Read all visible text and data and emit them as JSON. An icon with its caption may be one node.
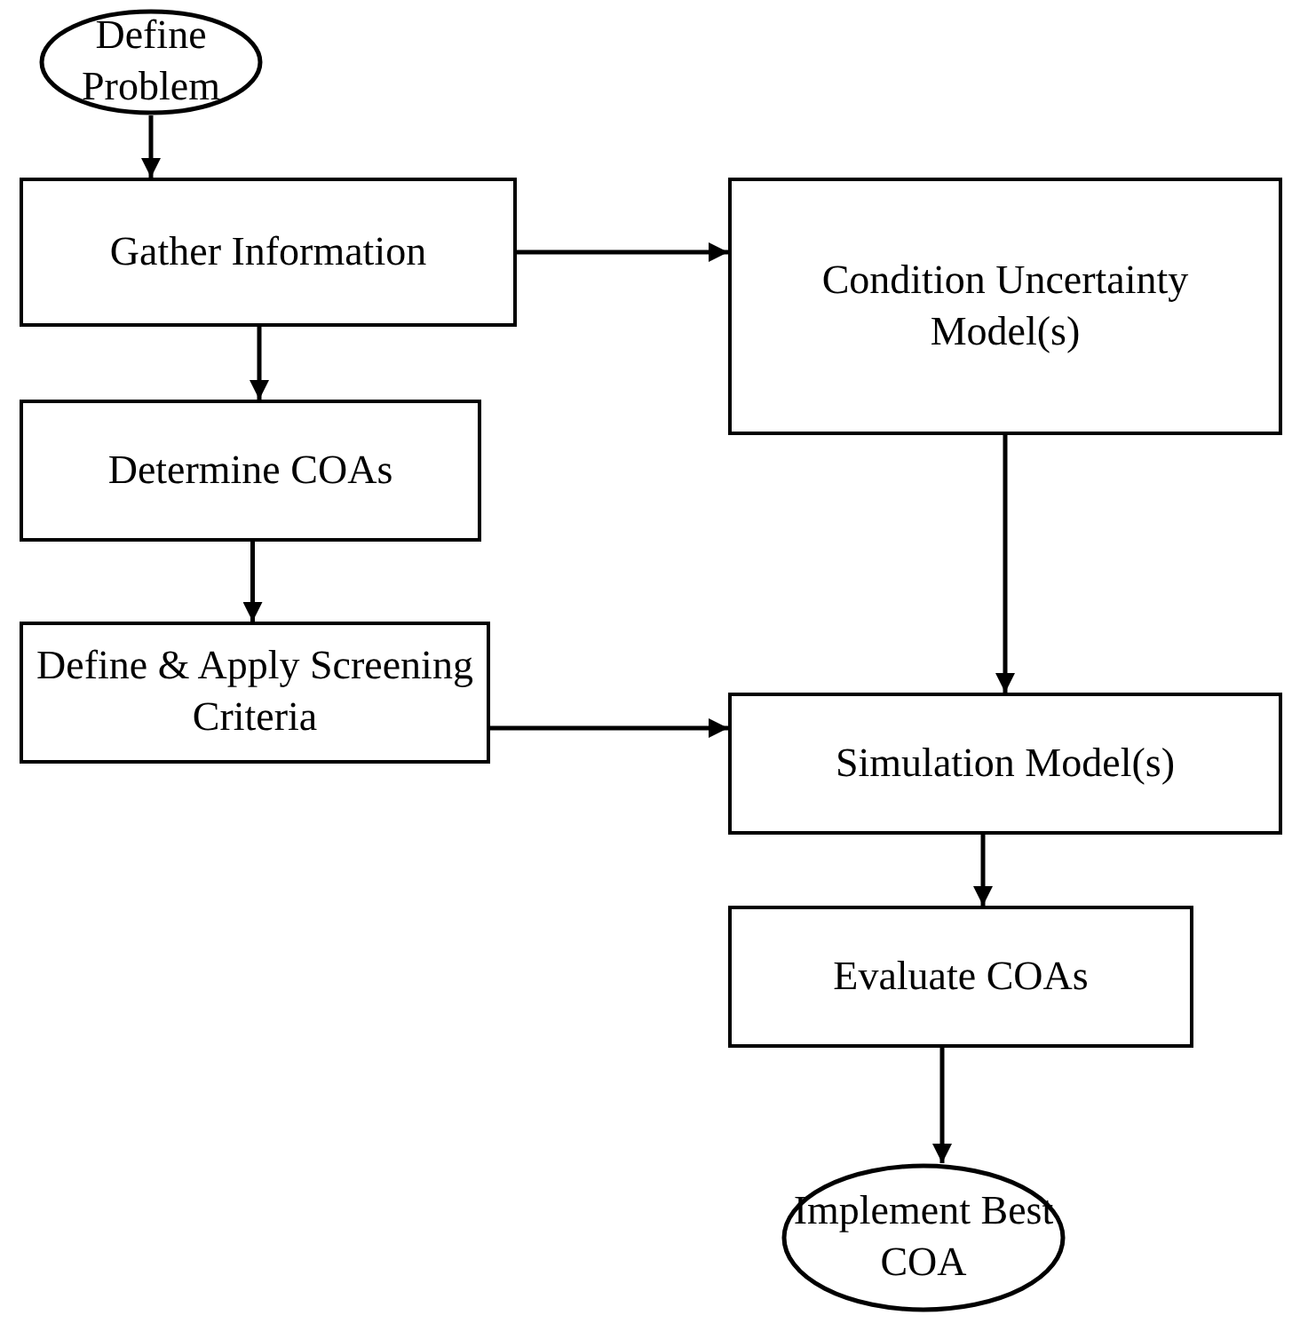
{
  "diagram": {
    "nodes": [
      {
        "text": [
          "Define Problem"
        ]
      },
      {
        "text": [
          "Gather Information"
        ]
      },
      {
        "text": [
          "Determine COAs"
        ]
      },
      {
        "text": [
          "Define & Apply Screening Criteria"
        ]
      },
      {
        "text": [
          "Condition Uncertainty Model(s)"
        ]
      },
      {
        "text": [
          "Simulation Model(s)"
        ]
      },
      {
        "text": [
          "Evaluate COAs"
        ]
      },
      {
        "text": [
          "Implement Best COA"
        ]
      }
    ],
    "edges": [
      {
        "from": 0,
        "to": 1,
        "arrow": "to"
      },
      {
        "from": 1,
        "to": 2,
        "arrow": "to"
      },
      {
        "from": 2,
        "to": 3,
        "arrow": "to"
      },
      {
        "from": 1,
        "to": 4,
        "arrow": "to"
      },
      {
        "from": 4,
        "to": 5,
        "arrow": "to"
      },
      {
        "from": 3,
        "to": 5,
        "arrow": "to"
      },
      {
        "from": 5,
        "to": 6,
        "arrow": "to"
      },
      {
        "from": 6,
        "to": 7,
        "arrow": "to"
      }
    ]
  }
}
